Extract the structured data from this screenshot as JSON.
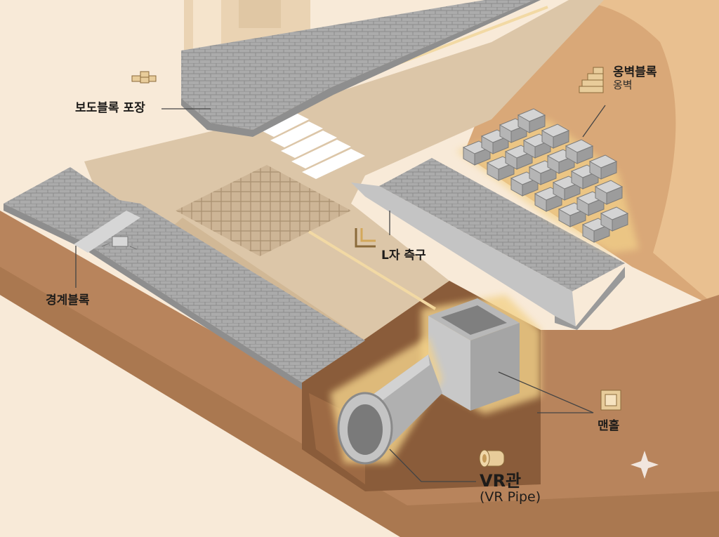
{
  "labels": {
    "sidewalk_paving": "보도블록 포장",
    "retaining_block": "옹벽블록",
    "retaining_block_sub": "옹벽",
    "l_gutter": "L자 측구",
    "curb_block": "경계블록",
    "manhole": "맨홀",
    "vr_pipe": "VR관",
    "vr_pipe_sub": "(VR Pipe)"
  },
  "icons": {
    "sidewalk_paving": "paving-blocks-icon",
    "retaining_block": "stacked-blocks-icon",
    "l_gutter": "l-shape-icon",
    "curb_block": "curb-arrow-icon",
    "manhole": "manhole-square-icon",
    "vr_pipe": "pipe-icon"
  },
  "colors": {
    "background": "#f8ead8",
    "soil": "#b8845c",
    "road": "#dcc6a8",
    "paving": "#a8a8a8",
    "highlight": "#f3d28a"
  }
}
